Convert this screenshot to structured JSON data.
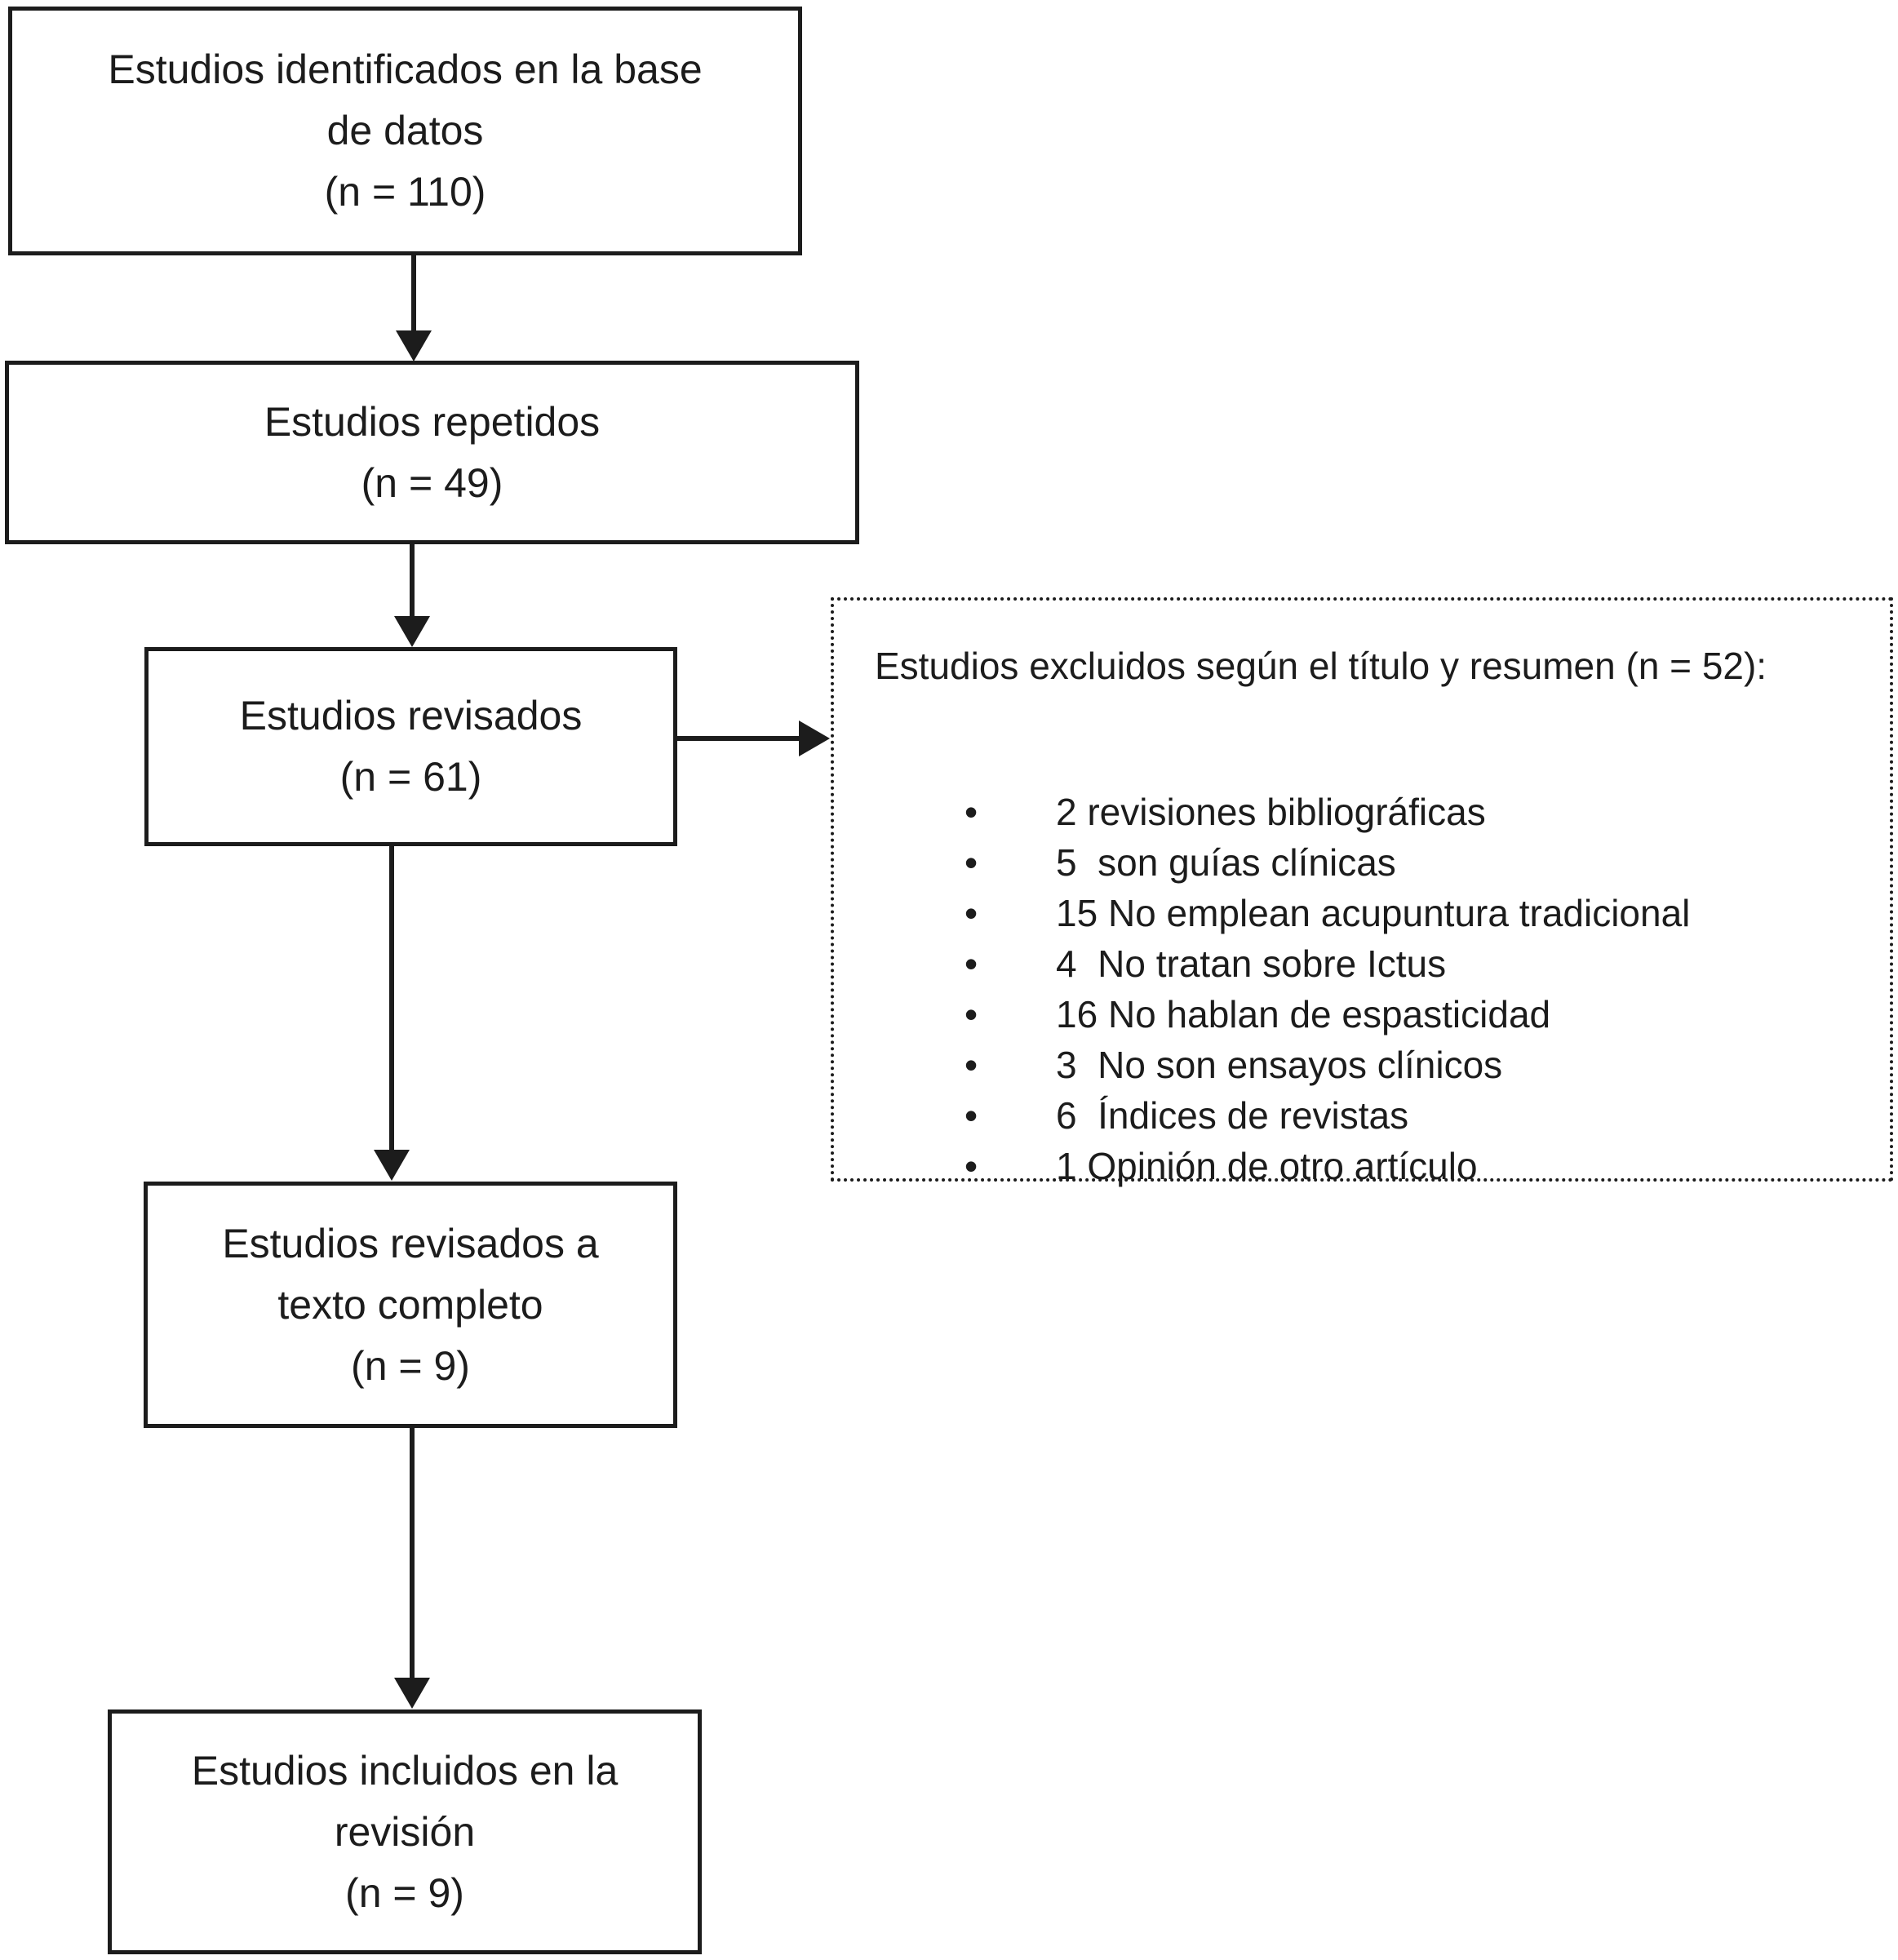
{
  "flow": {
    "box1": {
      "lines": [
        "Estudios identificados en la base",
        "de datos",
        "(n = 110)"
      ]
    },
    "box2": {
      "lines": [
        "Estudios repetidos",
        "(n = 49)"
      ]
    },
    "box3": {
      "lines": [
        "Estudios revisados",
        "(n = 61)"
      ]
    },
    "excluded": {
      "title": "Estudios excluidos según el título y resumen (n = 52):",
      "items": [
        "2 revisiones bibliográficas",
        "5  son guías clínicas",
        "15 No emplean acupuntura tradicional",
        "4  No tratan sobre Ictus",
        "16 No hablan de espasticidad",
        "3  No son ensayos clínicos",
        "6  Índices de revistas",
        "1 Opinión de otro artículo"
      ]
    },
    "box4": {
      "lines": [
        "Estudios revisados a",
        "texto completo",
        "(n = 9)"
      ]
    },
    "box5": {
      "lines": [
        "Estudios incluidos en la",
        "revisión",
        "(n = 9)"
      ]
    }
  },
  "colors": {
    "line": "#1c1c1c",
    "background": "#ffffff"
  }
}
